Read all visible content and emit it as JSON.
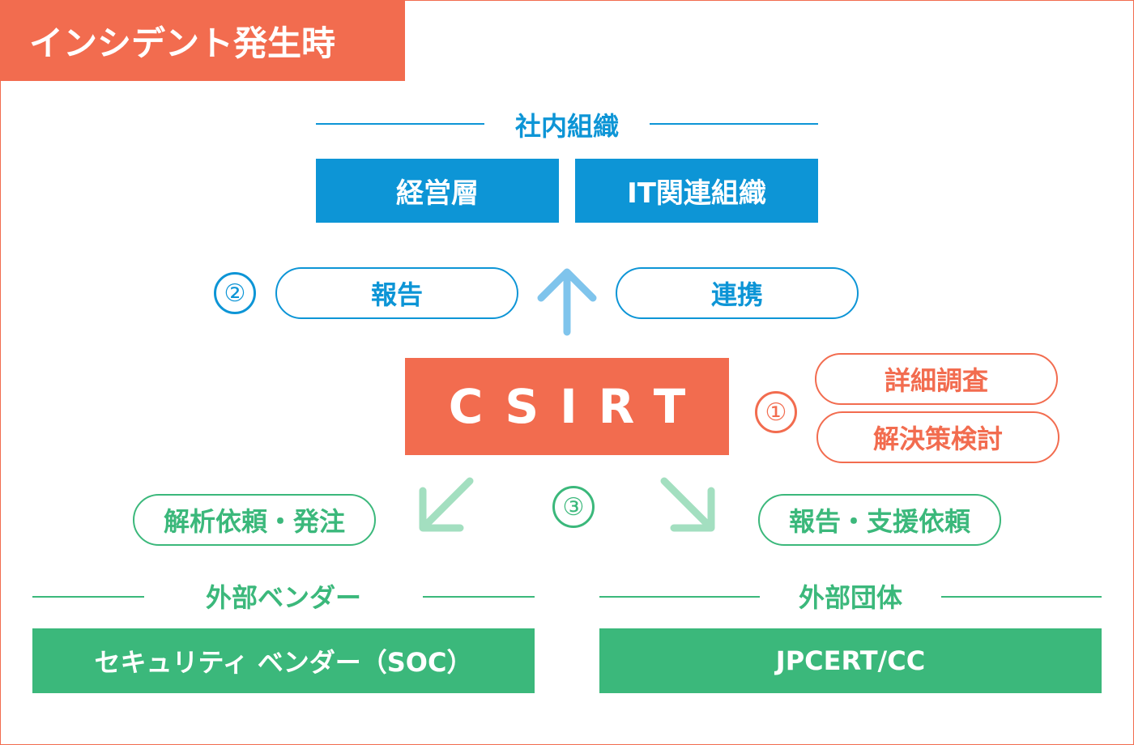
{
  "title": "インシデント発生時",
  "internal": {
    "label": "社内組織",
    "boxes": [
      "経営層",
      "IT関連組織"
    ]
  },
  "step2": {
    "number": "②",
    "items": [
      "報告",
      "連携"
    ]
  },
  "csirt": {
    "label": "CSIRT"
  },
  "step1": {
    "number": "①",
    "items": [
      "詳細調査",
      "解決策検討"
    ]
  },
  "step3": {
    "number": "③",
    "items": [
      "解析依頼・発注",
      "報告・支援依頼"
    ]
  },
  "vendor": {
    "label": "外部ベンダー",
    "box": "セキュリティ ベンダー（SOC）"
  },
  "external": {
    "label": "外部団体",
    "box": "JPCERT/CC"
  },
  "colors": {
    "orange": "#f26c4f",
    "blue": "#0d95d6",
    "light_blue": "#7fc4ec",
    "green": "#3bb87b",
    "light_green": "#a3dfc0"
  }
}
